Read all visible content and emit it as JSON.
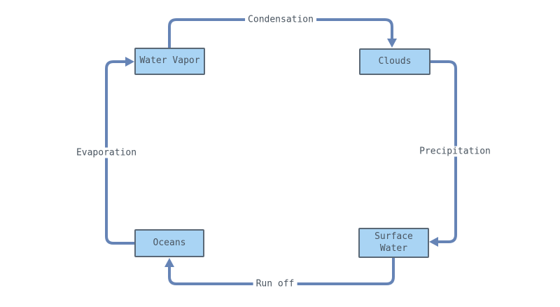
{
  "diagram_type": "flow-cycle",
  "nodes": [
    {
      "id": "water-vapor",
      "label": "Water Vapor"
    },
    {
      "id": "clouds",
      "label": "Clouds"
    },
    {
      "id": "oceans",
      "label": "Oceans"
    },
    {
      "id": "surface-water",
      "label": "Surface Water"
    }
  ],
  "edges": [
    {
      "id": "condensation",
      "label": "Condensation",
      "from": "water-vapor",
      "to": "clouds"
    },
    {
      "id": "precipitation",
      "label": "Precipitation",
      "from": "clouds",
      "to": "surface-water"
    },
    {
      "id": "runoff",
      "label": "Run off",
      "from": "surface-water",
      "to": "oceans"
    },
    {
      "id": "evaporation",
      "label": "Evaporation",
      "from": "oceans",
      "to": "water-vapor"
    }
  ],
  "colors": {
    "background": "#ffffff",
    "node_fill": "#a9d4f4",
    "node_border": "#5a6876",
    "connector": "#6684b6",
    "label_text": "#4a5560"
  }
}
